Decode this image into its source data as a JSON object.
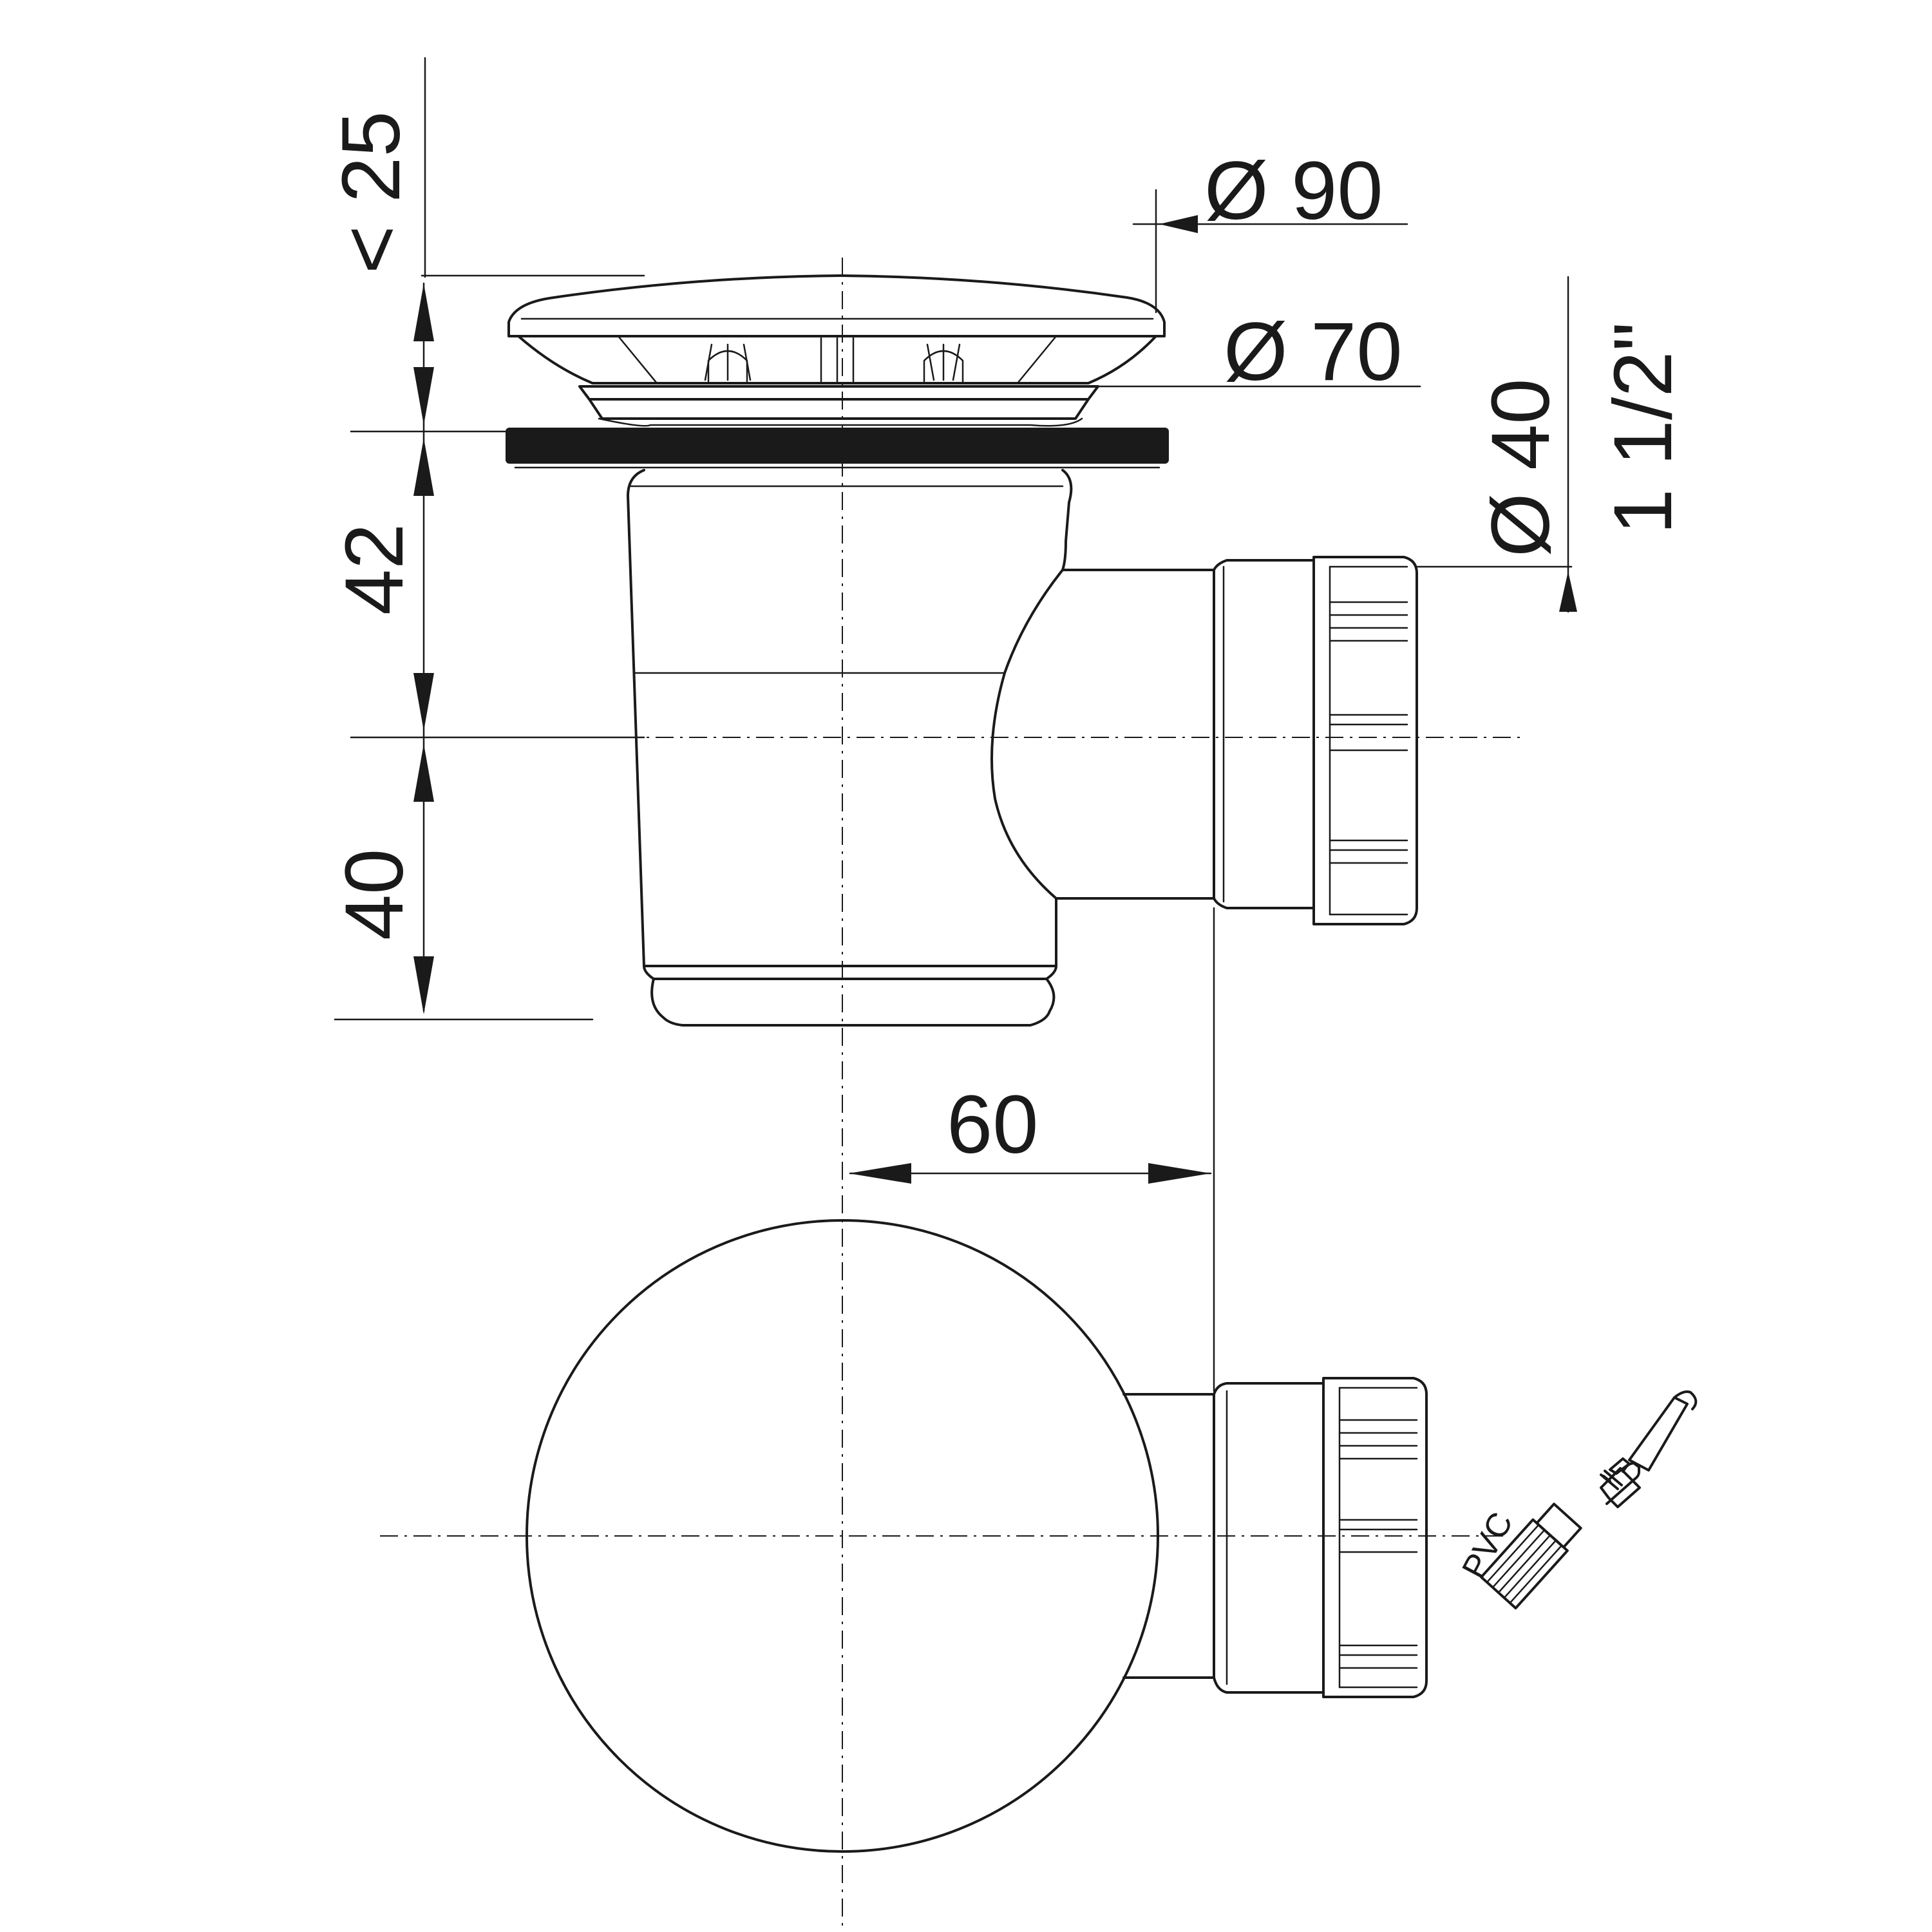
{
  "dimensions": {
    "top_height": "< 25",
    "dia_90": "Ø 90",
    "dia_70": "Ø 70",
    "dia_40": "Ø 40",
    "thread": "1 1/2\"",
    "body_height": "42",
    "outlet_height": "40",
    "outlet_offset": "60"
  },
  "brush_label": "PVC",
  "colors": {
    "line": "#1a1a1a",
    "background": "#ffffff"
  }
}
